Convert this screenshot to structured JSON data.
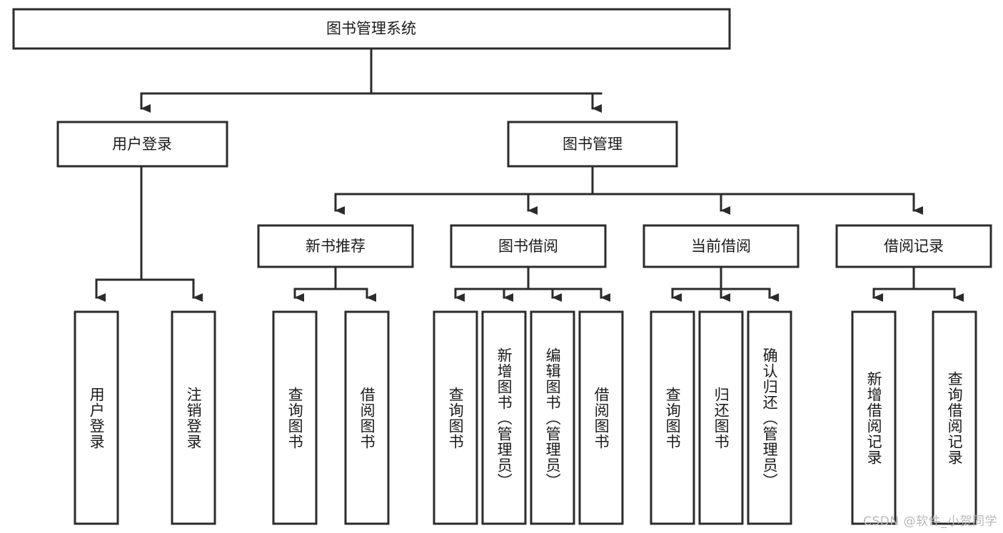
{
  "diagram": {
    "type": "hierarchy-tree",
    "title": "图书管理系统",
    "watermark": "CSDN @软件_小贺同学",
    "colors": {
      "stroke": "#2b2b2b",
      "fill": "#ffffff",
      "text": "#1a1a1a",
      "watermark": "#b9b9b9"
    },
    "levels": {
      "level1": [
        {
          "id": "root",
          "label": "图书管理系统"
        }
      ],
      "level2": [
        {
          "id": "user-login",
          "label": "用户登录"
        },
        {
          "id": "book-manage",
          "label": "图书管理"
        }
      ],
      "level3": [
        {
          "id": "new-book-recommend",
          "label": "新书推荐"
        },
        {
          "id": "book-borrow",
          "label": "图书借阅"
        },
        {
          "id": "current-borrow",
          "label": "当前借阅"
        },
        {
          "id": "borrow-record",
          "label": "借阅记录"
        }
      ],
      "level4": [
        {
          "id": "leaf-user-login",
          "label": "用户登录",
          "parent": "user-login"
        },
        {
          "id": "leaf-logout",
          "label": "注销登录",
          "parent": "user-login"
        },
        {
          "id": "leaf-query-book-1",
          "label": "查询图书",
          "parent": "new-book-recommend"
        },
        {
          "id": "leaf-borrow-book-1",
          "label": "借阅图书",
          "parent": "new-book-recommend"
        },
        {
          "id": "leaf-query-book-2",
          "label": "查询图书",
          "parent": "book-borrow"
        },
        {
          "id": "leaf-add-book",
          "label": "新增图书（管理员）",
          "parent": "book-borrow"
        },
        {
          "id": "leaf-edit-book",
          "label": "编辑图书（管理员）",
          "parent": "book-borrow"
        },
        {
          "id": "leaf-borrow-book-2",
          "label": "借阅图书",
          "parent": "book-borrow"
        },
        {
          "id": "leaf-query-book-3",
          "label": "查询图书",
          "parent": "current-borrow"
        },
        {
          "id": "leaf-return-book",
          "label": "归还图书",
          "parent": "current-borrow"
        },
        {
          "id": "leaf-confirm-return",
          "label": "确认归还（管理员）",
          "parent": "current-borrow"
        },
        {
          "id": "leaf-add-record",
          "label": "新增借阅记录",
          "parent": "borrow-record"
        },
        {
          "id": "leaf-query-record",
          "label": "查询借阅记录",
          "parent": "borrow-record"
        }
      ]
    }
  }
}
